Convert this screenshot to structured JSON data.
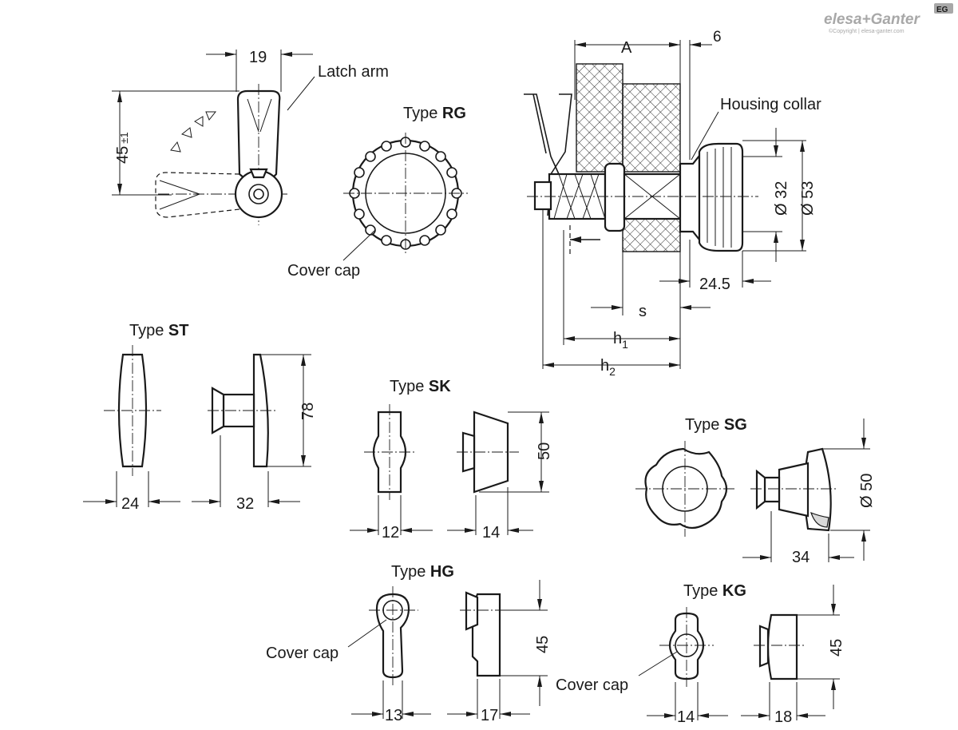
{
  "logo": {
    "brand": "elesa+Ganter",
    "sub": "©Copyright | elesa-ganter.com",
    "badge": "EG"
  },
  "callouts": {
    "latch_arm": "Latch arm",
    "cover_cap_rg": "Cover cap",
    "housing_collar": "Housing collar",
    "cover_cap_hg": "Cover cap",
    "cover_cap_kg": "Cover cap"
  },
  "types": {
    "prefix": "Type",
    "rg": "RG",
    "st": "ST",
    "sk": "SK",
    "sg": "SG",
    "hg": "HG",
    "kg": "KG"
  },
  "dims": {
    "main_19": "19",
    "main_45": "45",
    "main_45_tol": "±1",
    "A": "A",
    "six": "6",
    "d32": "Ø 32",
    "d53": "Ø 53",
    "l24_5": "24.5",
    "s": "s",
    "h1": "h",
    "h1_sub": "1",
    "h2": "h",
    "h2_sub": "2",
    "st_24": "24",
    "st_32": "32",
    "st_78": "78",
    "sk_12": "12",
    "sk_14": "14",
    "sk_50": "50",
    "sg_d50": "Ø 50",
    "sg_34": "34",
    "hg_13": "13",
    "hg_17": "17",
    "hg_45": "45",
    "kg_14": "14",
    "kg_18": "18",
    "kg_45": "45"
  }
}
